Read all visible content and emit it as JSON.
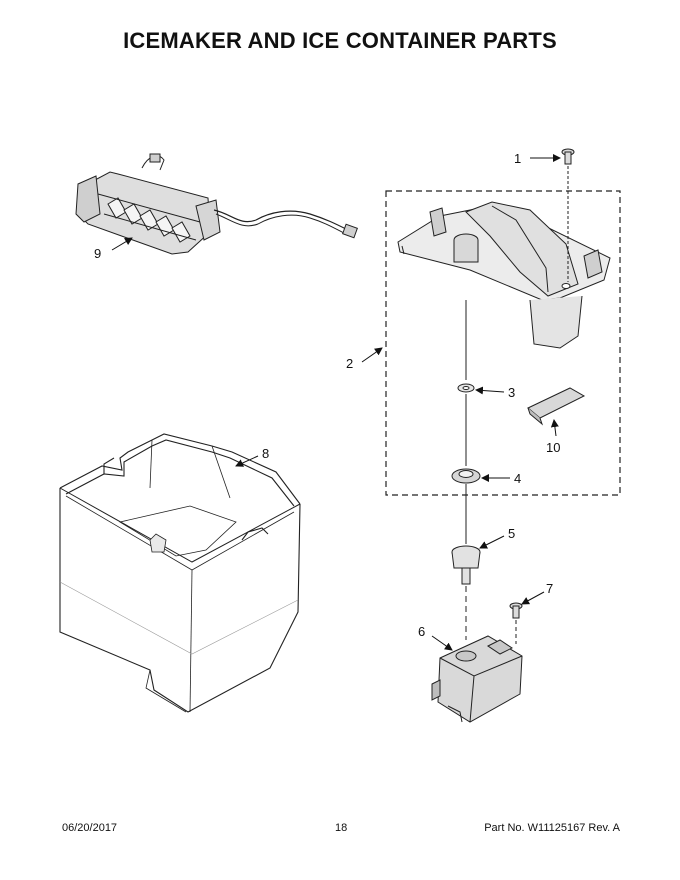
{
  "page": {
    "title": "ICEMAKER AND ICE CONTAINER PARTS"
  },
  "callouts": {
    "c1": "1",
    "c2": "2",
    "c3": "3",
    "c4": "4",
    "c5": "5",
    "c6": "6",
    "c7": "7",
    "c8": "8",
    "c9": "9",
    "c10": "10"
  },
  "footer": {
    "date": "06/20/2017",
    "page_number": "18",
    "part_label": "Part No.",
    "part_number": "W11125167",
    "revision": "Rev.  A"
  }
}
